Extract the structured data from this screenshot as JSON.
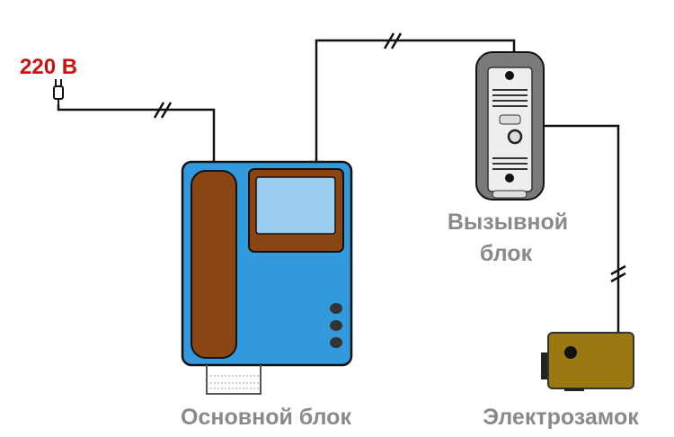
{
  "labels": {
    "voltage": "220 В",
    "call_unit_line1": "Вызывной",
    "call_unit_line2": "блок",
    "main_unit": "Основной блок",
    "lock": "Электрозамок"
  },
  "colors": {
    "voltage": "#cc1111",
    "main_unit": "#3399dd",
    "handset": "#8b4513",
    "screen": "#99ccee",
    "lock": "#9a7a10",
    "label": "#8a8a8a"
  }
}
